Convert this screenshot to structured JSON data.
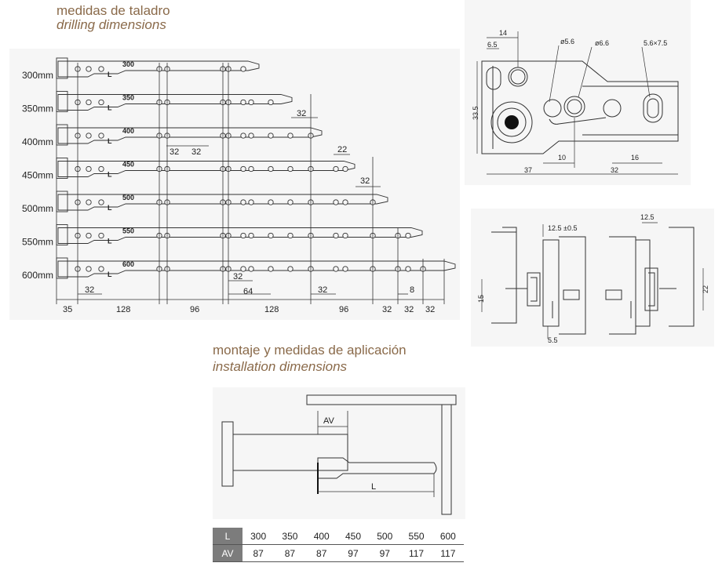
{
  "drilling": {
    "title_es": "medidas de taladro",
    "title_en": "drilling dimensions",
    "rows": [
      {
        "size_label": "300mm",
        "slide_label": "300",
        "length_code": "L"
      },
      {
        "size_label": "350mm",
        "slide_label": "350",
        "length_code": "L"
      },
      {
        "size_label": "400mm",
        "slide_label": "400",
        "length_code": "L"
      },
      {
        "size_label": "450mm",
        "slide_label": "450",
        "length_code": "L"
      },
      {
        "size_label": "500mm",
        "slide_label": "500",
        "length_code": "L"
      },
      {
        "size_label": "550mm",
        "slide_label": "550",
        "length_code": "L"
      },
      {
        "size_label": "600mm",
        "slide_label": "600",
        "length_code": "L"
      }
    ],
    "inline_dims": [
      "32",
      "32",
      "32",
      "22",
      "32",
      "32",
      "64",
      "32",
      "8",
      "32"
    ],
    "bottom_dims": [
      "35",
      "128",
      "96",
      "128",
      "96",
      "32",
      "32",
      "32"
    ]
  },
  "detail": {
    "dims": [
      "14",
      "6.5",
      "ø5.6",
      "ø6.6",
      "5.6×7.5",
      "33.5",
      "10",
      "16",
      "37",
      "32"
    ]
  },
  "profile": {
    "dims": [
      "12.5 ±0.5",
      "15",
      "5.5",
      "12.5",
      "22"
    ]
  },
  "installation": {
    "title_es": "montaje y medidas de aplicación",
    "title_en": "installation dimensions",
    "av_label": "AV",
    "l_label": "L"
  },
  "table": {
    "headers": [
      "L",
      "AV"
    ],
    "L": [
      "300",
      "350",
      "400",
      "450",
      "500",
      "550",
      "600"
    ],
    "AV": [
      "87",
      "87",
      "87",
      "97",
      "97",
      "117",
      "117"
    ]
  }
}
